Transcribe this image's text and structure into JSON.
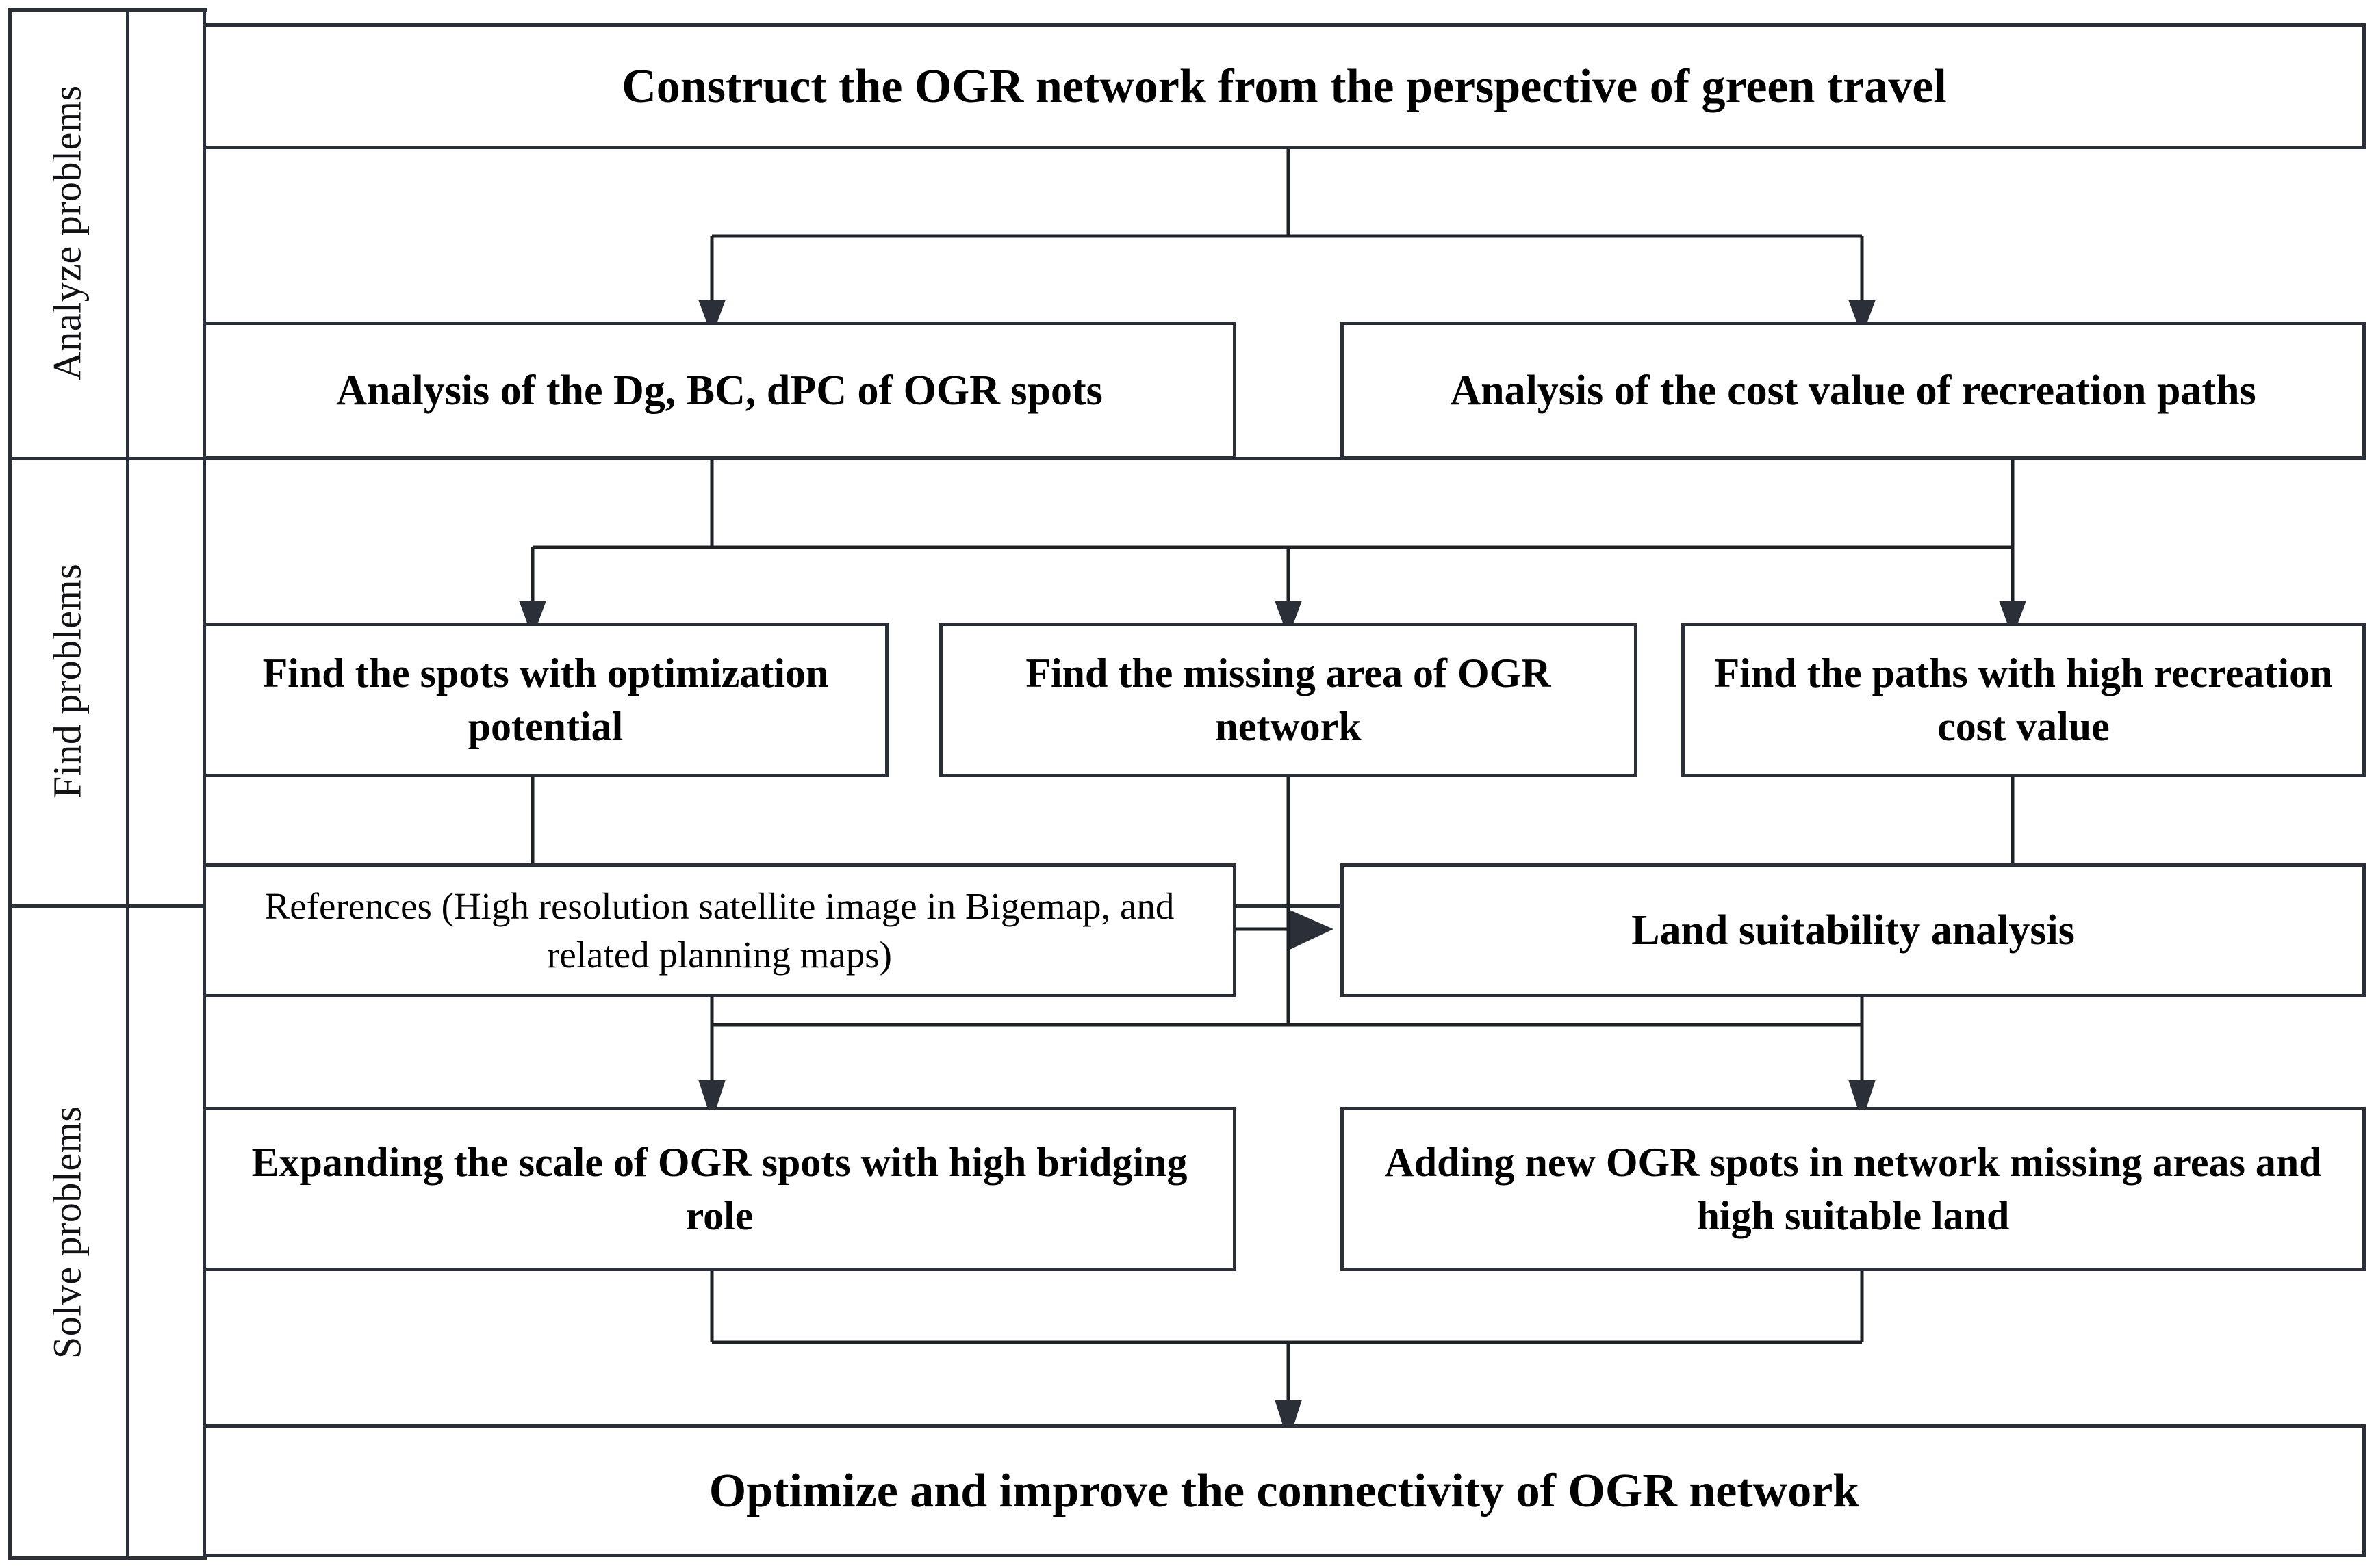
{
  "diagram": {
    "title": "OGR network optimization flowchart",
    "stages": [
      {
        "id": "analyze",
        "label": "Analyze problems"
      },
      {
        "id": "find",
        "label": "Find problems"
      },
      {
        "id": "solve",
        "label": "Solve problems"
      }
    ],
    "nodes": [
      {
        "id": "n1",
        "label": "Construct the  OGR network from the perspective of green travel",
        "stage": "analyze",
        "style": "bold"
      },
      {
        "id": "n2",
        "label": "Analysis of the Dg, BC, dPC of OGR spots",
        "stage": "analyze",
        "style": "bold"
      },
      {
        "id": "n3",
        "label": "Analysis of the cost value of recreation paths",
        "stage": "analyze",
        "style": "bold"
      },
      {
        "id": "n4",
        "label": "Find the spots with optimization potential",
        "stage": "find",
        "style": "bold"
      },
      {
        "id": "n5",
        "label": "Find the missing area of OGR network",
        "stage": "find",
        "style": "bold"
      },
      {
        "id": "n6",
        "label": "Find the paths with high recreation cost value",
        "stage": "find",
        "style": "bold"
      },
      {
        "id": "n7",
        "label": "References (High resolution satellite image in Bigemap, and related planning maps)",
        "stage": "find",
        "style": "plain"
      },
      {
        "id": "n8",
        "label": "Land suitability analysis",
        "stage": "solve",
        "style": "bold"
      },
      {
        "id": "n9",
        "label": "Expanding the scale of OGR spots with high  bridging role",
        "stage": "solve",
        "style": "bold"
      },
      {
        "id": "n10",
        "label": "Adding new OGR spots in network missing areas and high suitable land",
        "stage": "solve",
        "style": "bold"
      },
      {
        "id": "n11",
        "label": "Optimize and improve the connectivity of OGR  network",
        "stage": "solve",
        "style": "bold"
      }
    ],
    "edges": [
      {
        "from": "n1",
        "to": "n2",
        "arrow": "down"
      },
      {
        "from": "n1",
        "to": "n3",
        "arrow": "down"
      },
      {
        "from": "n2",
        "to": "n4",
        "arrow": "down"
      },
      {
        "from": "n2",
        "to": "n5",
        "arrow": "down"
      },
      {
        "from": "n3",
        "to": "n6",
        "arrow": "down"
      },
      {
        "from": "n4",
        "to": "n7",
        "arrow": "none"
      },
      {
        "from": "n5",
        "to": "n9",
        "arrow": "down"
      },
      {
        "from": "n6",
        "to": "n8",
        "arrow": "none"
      },
      {
        "from": "n7",
        "to": "n8",
        "arrow": "right"
      },
      {
        "from": "n7",
        "to": "n9",
        "arrow": "down"
      },
      {
        "from": "n8",
        "to": "n10",
        "arrow": "down"
      },
      {
        "from": "n9",
        "to": "n11",
        "arrow": "down"
      },
      {
        "from": "n10",
        "to": "n11",
        "arrow": "down"
      }
    ],
    "colors": {
      "line": "#2b2f38",
      "box_border": "#2b2f38",
      "text": "#000000",
      "background": "#ffffff"
    }
  }
}
